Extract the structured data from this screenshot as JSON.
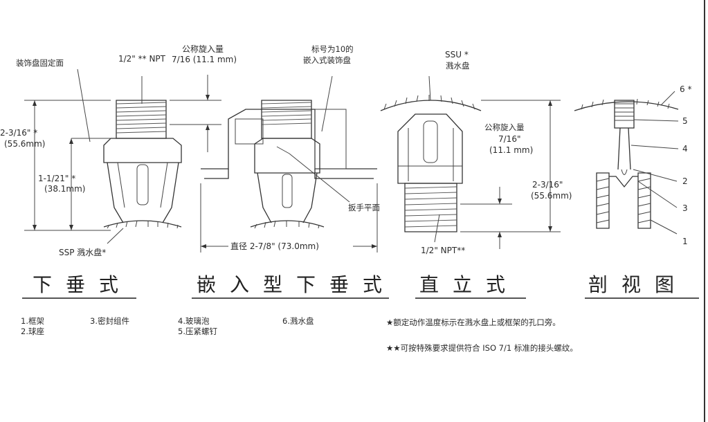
{
  "diagram": {
    "pendent": {
      "label_escutcheon_plate": "装饰盘固定面",
      "label_thread_npt": "1/2\" ** NPT",
      "label_nominal_thread_engagement_a": "公称旋入量",
      "label_nominal_thread_engagement_b": "7/16 (11.1 mm)",
      "label_height_a": "2-3/16\" *",
      "label_height_b": "(55.6mm)",
      "label_height2_a": "1-1/21\" *",
      "label_height2_b": "(38.1mm)",
      "label_deflector": "SSP 溅水盘*",
      "title": "下垂式"
    },
    "recessed": {
      "label_escutcheon_a": "标号为10的",
      "label_escutcheon_b": "嵌入式装饰盘",
      "label_wrench_flat": "扳手平面",
      "label_diameter": "直径 2-7/8\" (73.0mm)",
      "title": "嵌入型下垂式"
    },
    "upright": {
      "label_deflector_a": "SSU *",
      "label_deflector_b": "溅水盘",
      "label_engagement_a": "公称旋入量",
      "label_engagement_b": "7/16\"",
      "label_engagement_c": "(11.1 mm)",
      "label_height_a": "2-3/16\"",
      "label_height_b": "(55.6mm)",
      "label_thread": "1/2\"   NPT**",
      "title": "直立式"
    },
    "section": {
      "callouts": [
        "6 *",
        "5",
        "4",
        "2",
        "3",
        "1"
      ],
      "title": "剖视图"
    }
  },
  "legend": {
    "items": [
      "1.框架",
      "2.球座",
      "3.密封组件",
      "4.玻璃泡",
      "5.压紧螺钉",
      "6.溅水盘"
    ],
    "notes": [
      "★额定动作温度标示在溅水盘上或框架的孔口旁。",
      "★★可按特殊要求提供符合 ISO 7/1 标准的接头螺纹。"
    ]
  }
}
